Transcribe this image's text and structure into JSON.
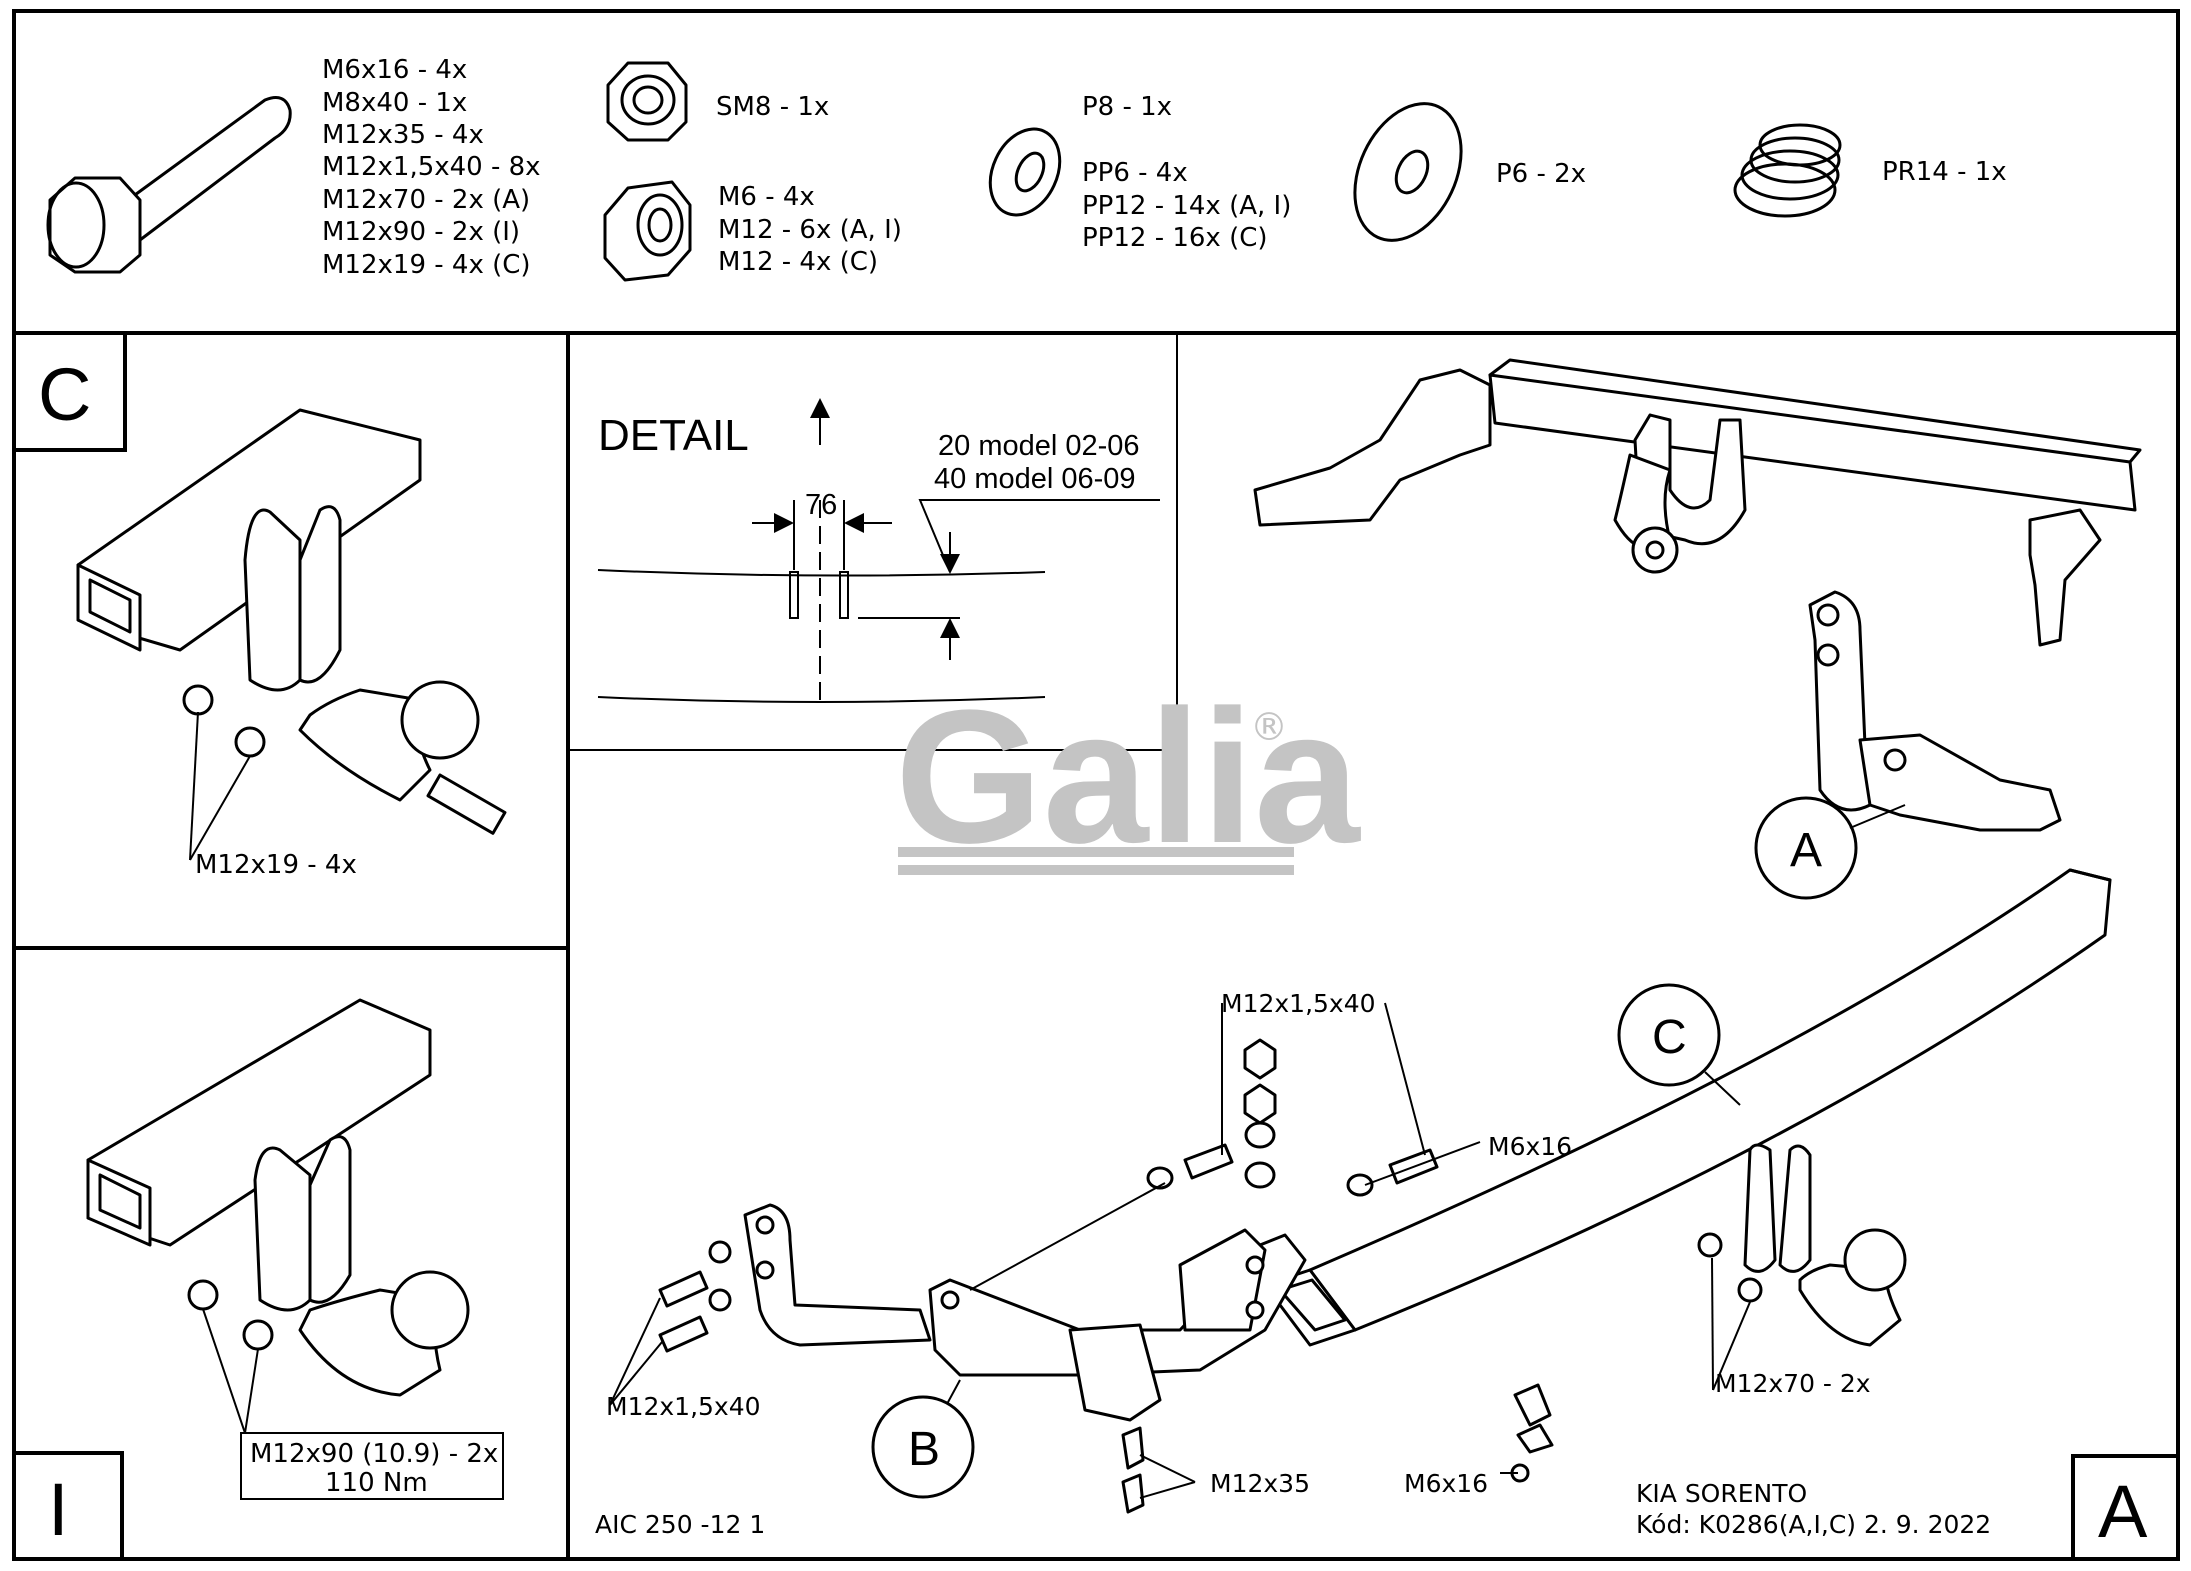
{
  "parts": {
    "bolts": [
      "M6x16 - 4x",
      "M8x40 - 1x",
      "M12x35 - 4x",
      "M12x1,5x40 - 8x",
      "M12x70 - 2x (A)",
      "M12x90 - 2x (I)",
      "M12x19 - 4x (C)"
    ],
    "self_lock_nut": "SM8 - 1x",
    "nuts": [
      "M6 - 4x",
      "M12 - 6x (A, I)",
      "M12 - 4x (C)"
    ],
    "washers": [
      "P8 - 1x",
      "PP6 - 4x",
      "PP12 - 14x (A, I)",
      "PP12 - 16x (C)"
    ],
    "big_washer": "P6 - 2x",
    "spring_washer": "PR14 - 1x"
  },
  "panel_c": {
    "letter": "C",
    "label": "M12x19 - 4x"
  },
  "panel_i": {
    "letter": "I",
    "label_line1": "M12x90 (10.9) - 2x",
    "label_line2": "110 Nm"
  },
  "detail": {
    "title": "DETAIL",
    "dim": "76",
    "note1": "20 model 02-06",
    "note2": "40 model 06-09"
  },
  "logo": {
    "text": "Galia",
    "reg": "®"
  },
  "main": {
    "circle_a": "A",
    "circle_b": "B",
    "circle_c": "C",
    "bolt_top": "M12x1,5x40",
    "bolt_left": "M12x1,5x40",
    "m6_upper": "M6x16",
    "m6_lower": "M6x16",
    "m12x35": "M12x35",
    "m12x70": "M12x70 - 2x",
    "drawing_no": "AIC 250 -12 1",
    "vehicle": "KIA SORENTO",
    "code": "Kód: K0286(A,I,C)  2. 9. 2022",
    "corner_letter": "A"
  }
}
